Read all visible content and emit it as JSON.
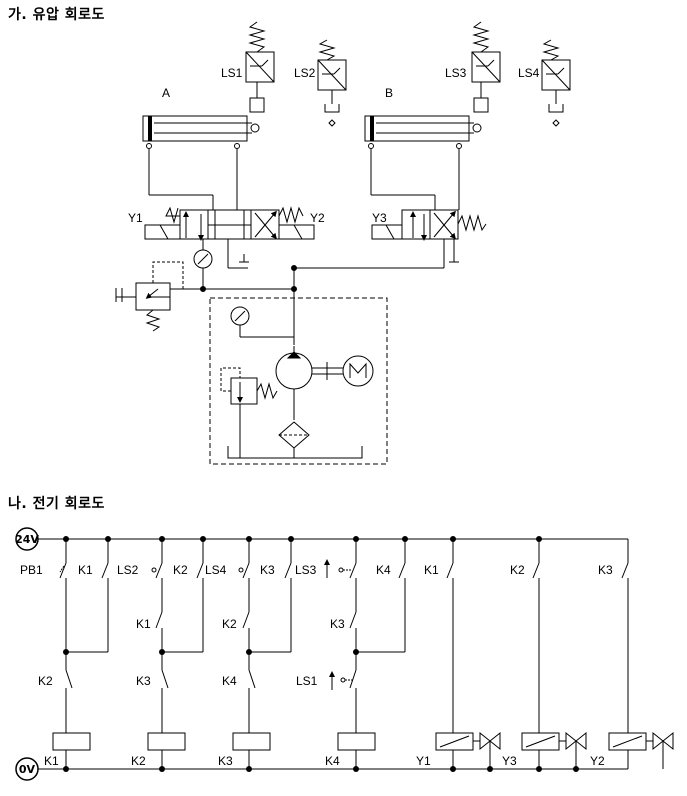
{
  "hydraulic": {
    "heading": "가. 유압 회로도",
    "cylinders": {
      "a": "A",
      "b": "B"
    },
    "limit_switches": [
      "LS1",
      "LS2",
      "LS3",
      "LS4"
    ],
    "solenoids": {
      "y1": "Y1",
      "y2": "Y2",
      "y3": "Y3"
    }
  },
  "electrical": {
    "heading": "나. 전기 회로도",
    "bus": {
      "top": "24V",
      "bottom": "0V"
    },
    "contacts": [
      "PB1",
      "K1",
      "LS2",
      "K2",
      "LS4",
      "K3",
      "LS3",
      "K4",
      "K1",
      "K2",
      "K3"
    ],
    "mid_contacts": [
      "K1",
      "K2",
      "K3"
    ],
    "lower_contacts": [
      "K2",
      "K3",
      "K4",
      "LS1"
    ],
    "coils": [
      "K1",
      "K2",
      "K3",
      "K4",
      "Y1",
      "Y3",
      "Y2"
    ]
  }
}
